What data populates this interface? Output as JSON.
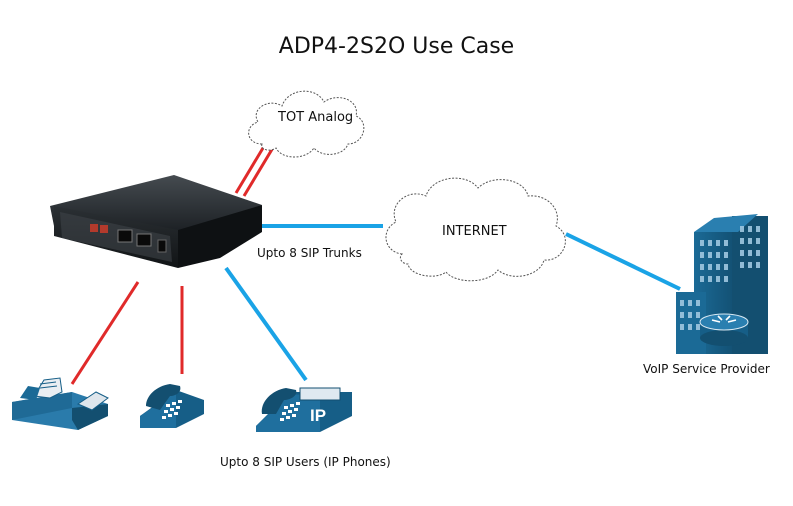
{
  "title": "ADP4-2S2O Use Case",
  "nodes": {
    "tot_analog": "TOT Analog",
    "internet": "INTERNET",
    "voip_provider": "VoIP Service Provider"
  },
  "edge_labels": {
    "sip_trunks": "Upto 8 SIP Trunks",
    "sip_users": "Upto 8 SIP Users (IP Phones)"
  },
  "icons": {
    "ip_phone_badge": "IP"
  },
  "colors": {
    "analog_line": "#e02a2a",
    "ip_line": "#1aa3e6",
    "icon_blue": "#165e87",
    "device_body": "#23282c"
  }
}
